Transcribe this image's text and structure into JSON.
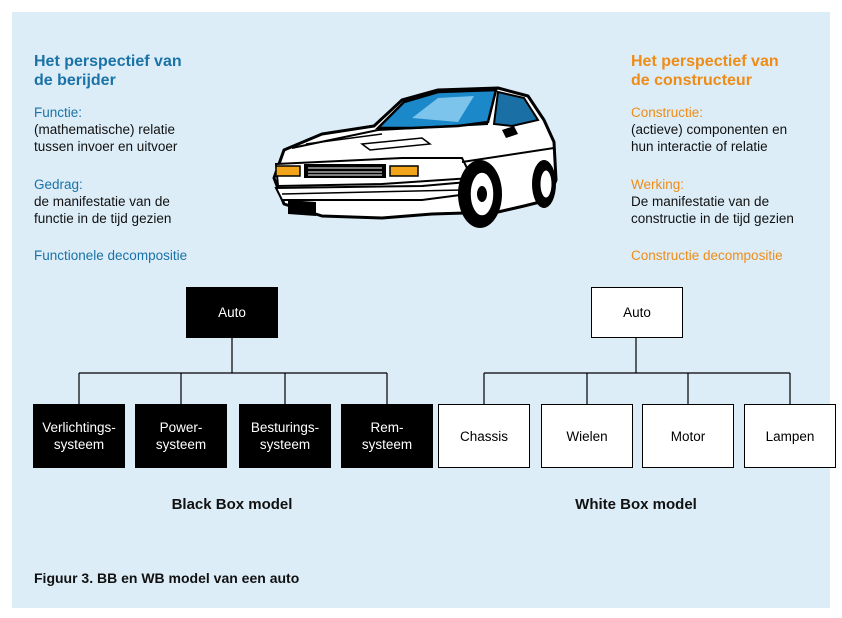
{
  "left": {
    "title_line1": "Het perspectief van",
    "title_line2": "de berijder",
    "functie_label": "Functie:",
    "functie_text1": "(mathematische) relatie",
    "functie_text2": "tussen invoer en uitvoer",
    "gedrag_label": "Gedrag:",
    "gedrag_text1": "de manifestatie van de",
    "gedrag_text2": "functie in de tijd gezien",
    "decompositie": "Functionele decompositie"
  },
  "right": {
    "title_line1": "Het perspectief van",
    "title_line2": "de constructeur",
    "constructie_label": "Constructie:",
    "constructie_text1": "(actieve) componenten en",
    "constructie_text2": "hun interactie of relatie",
    "werking_label": "Werking:",
    "werking_text1": "De manifestatie van de",
    "werking_text2": "constructie in de tijd gezien",
    "decompositie": "Constructie decompositie"
  },
  "black_box": {
    "root": "Auto",
    "children": [
      {
        "line1": "Verlichtings-",
        "line2": "systeem"
      },
      {
        "line1": "Power-",
        "line2": "systeem"
      },
      {
        "line1": "Besturings-",
        "line2": "systeem"
      },
      {
        "line1": "Rem-",
        "line2": "systeem"
      }
    ],
    "label": "Black Box model"
  },
  "white_box": {
    "root": "Auto",
    "children": [
      "Chassis",
      "Wielen",
      "Motor",
      "Lampen"
    ],
    "label": "White Box model"
  },
  "caption": "Figuur 3. BB en WB model van een auto",
  "colors": {
    "left_accent": "#1a72a6",
    "right_accent": "#ef8c16",
    "panel_background": "#dcedf8"
  },
  "illustration": "car-illustration"
}
